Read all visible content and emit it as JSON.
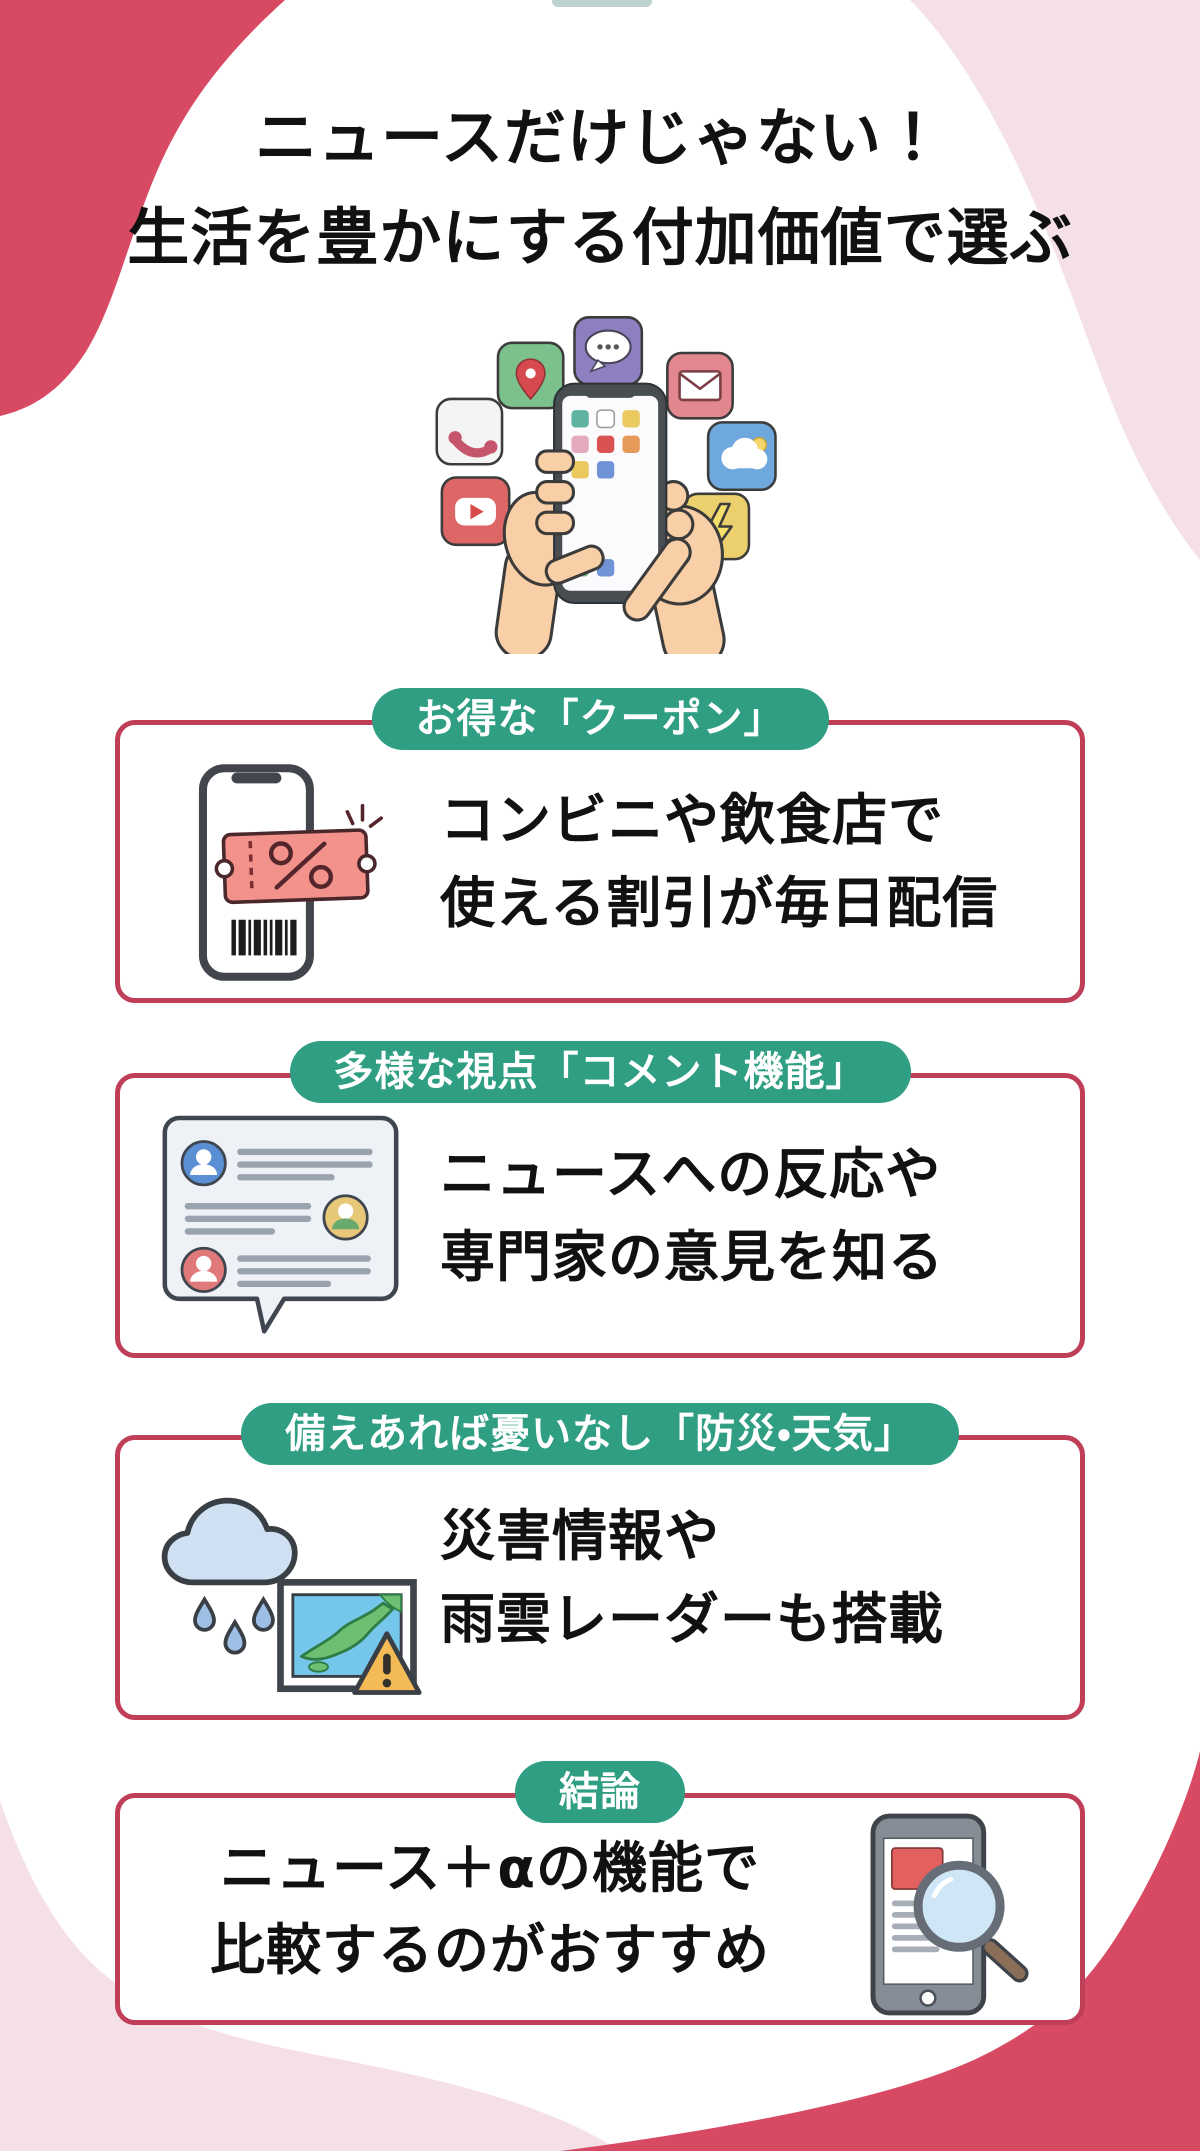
{
  "title": {
    "line1": "ニュースだけじゃない！",
    "line2": "生活を豊かにする付加価値で選ぶ"
  },
  "hero_icons": [
    "location-pin",
    "chat-bubble",
    "mail-envelope",
    "phone-call",
    "weather-cloud",
    "video-play",
    "lightning-bolt",
    "smartphone-app-grid"
  ],
  "sections": [
    {
      "badge": "お得な「クーポン」",
      "icon": "coupon-phone-icon",
      "text_line1": "コンビニや飲食店で",
      "text_line2": "使える割引が毎日配信"
    },
    {
      "badge": "多様な視点「コメント機能」",
      "icon": "comment-bubble-icon",
      "text_line1": "ニュースへの反応や",
      "text_line2": "専門家の意見を知る"
    },
    {
      "badge": "備えあれば憂いなし「防災・天気」",
      "icon": "rain-cloud-map-icon",
      "text_line1": "災害情報や",
      "text_line2": "雨雲レーダーも搭載"
    },
    {
      "badge": "結論",
      "icon": "phone-magnifier-icon",
      "text_line1": "ニュース＋αの機能で",
      "text_line2": "比較するのがおすすめ"
    }
  ],
  "colors": {
    "accent_red": "#d84a63",
    "border_red": "#bf3f58",
    "badge_green": "#2f9e82",
    "light_pink": "#f5e0e8",
    "text_black": "#111111"
  }
}
